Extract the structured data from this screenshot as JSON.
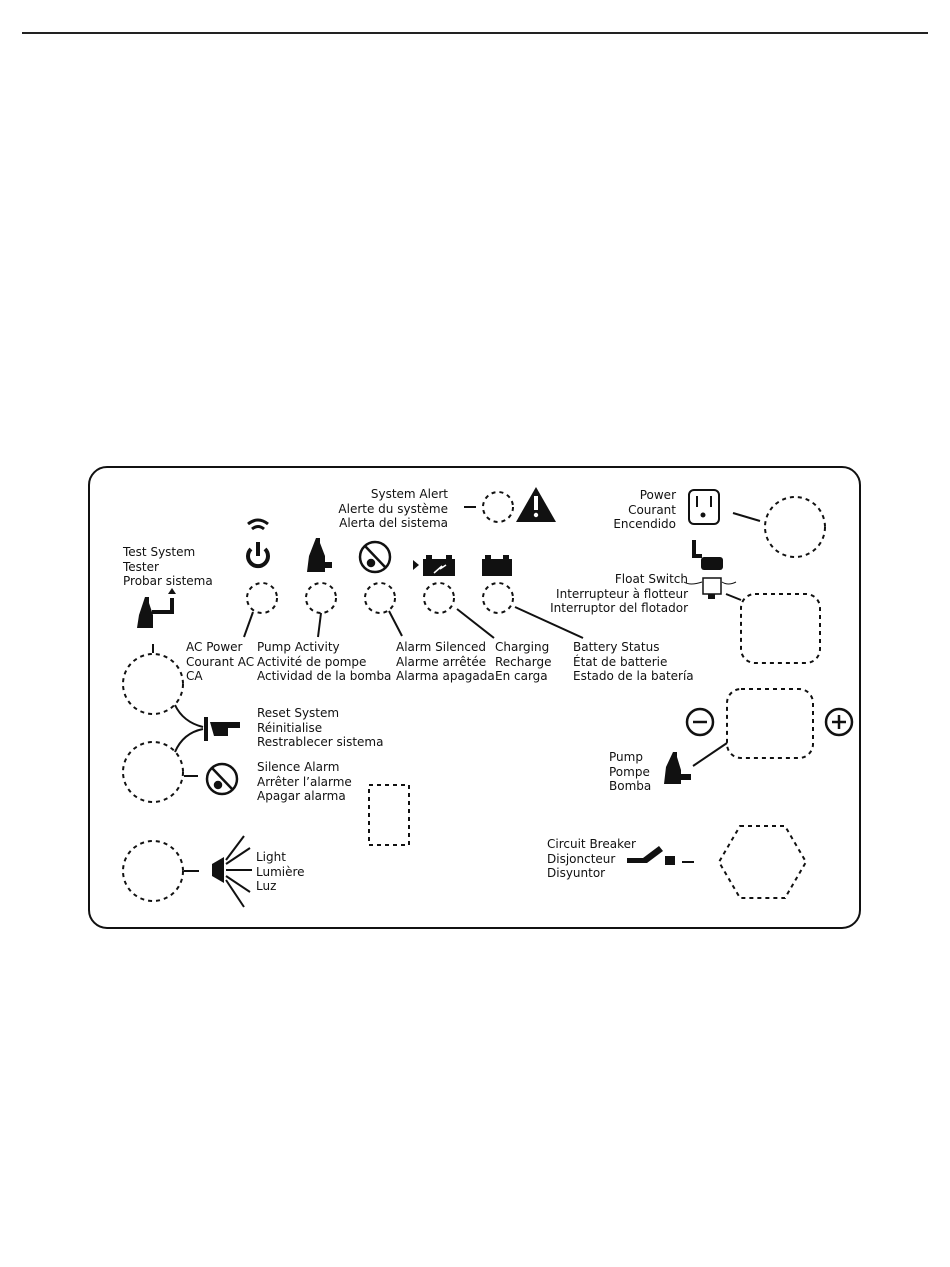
{
  "labels": {
    "system_alert": [
      "System Alert",
      "Alerte du système",
      "Alerta del sistema"
    ],
    "test_system": [
      "Test System",
      "Tester",
      "Probar sistema"
    ],
    "ac_power": [
      "AC Power",
      "Courant AC",
      "CA"
    ],
    "pump_activity": [
      "Pump Activity",
      "Activité de pompe",
      "Actividad de la bomba"
    ],
    "alarm_silenced": [
      "Alarm Silenced",
      "Alarme arrêtée",
      "Alarma apagada"
    ],
    "charging": [
      "Charging",
      "Recharge",
      "En carga"
    ],
    "battery_status": [
      "Battery Status",
      "État de batterie",
      "Estado de la batería"
    ],
    "power": [
      "Power",
      "Courant",
      "Encendido"
    ],
    "float_switch": [
      "Float Switch",
      "Interrupteur à flotteur",
      "Interruptor del flotador"
    ],
    "reset_system": [
      "Reset System",
      "Réinitialise",
      "Restrablecer sistema"
    ],
    "silence_alarm": [
      "Silence Alarm",
      "Arrêter l’alarme",
      "Apagar alarma"
    ],
    "light": [
      "Light",
      "Lumière",
      "Luz"
    ],
    "pump": [
      "Pump",
      "Pompe",
      "Bomba"
    ],
    "circuit_breaker": [
      "Circuit Breaker",
      "Disjoncteur",
      "Disyuntor"
    ]
  }
}
